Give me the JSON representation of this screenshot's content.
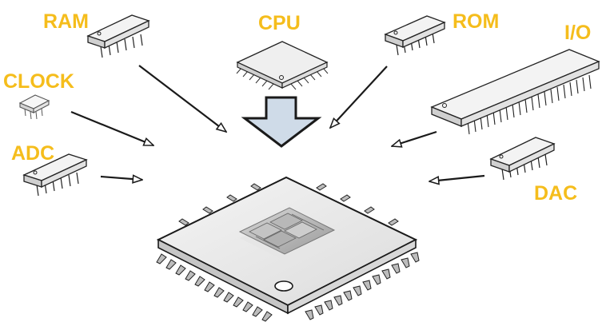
{
  "labels": {
    "ram": "RAM",
    "cpu": "CPU",
    "rom": "ROM",
    "io": "I/O",
    "clock": "CLOCK",
    "adc": "ADC",
    "dac": "DAC"
  },
  "colors": {
    "label": "#f5bd1c",
    "big_arrow_fill": "#cfdbe8",
    "outline": "#1a1a1a"
  }
}
